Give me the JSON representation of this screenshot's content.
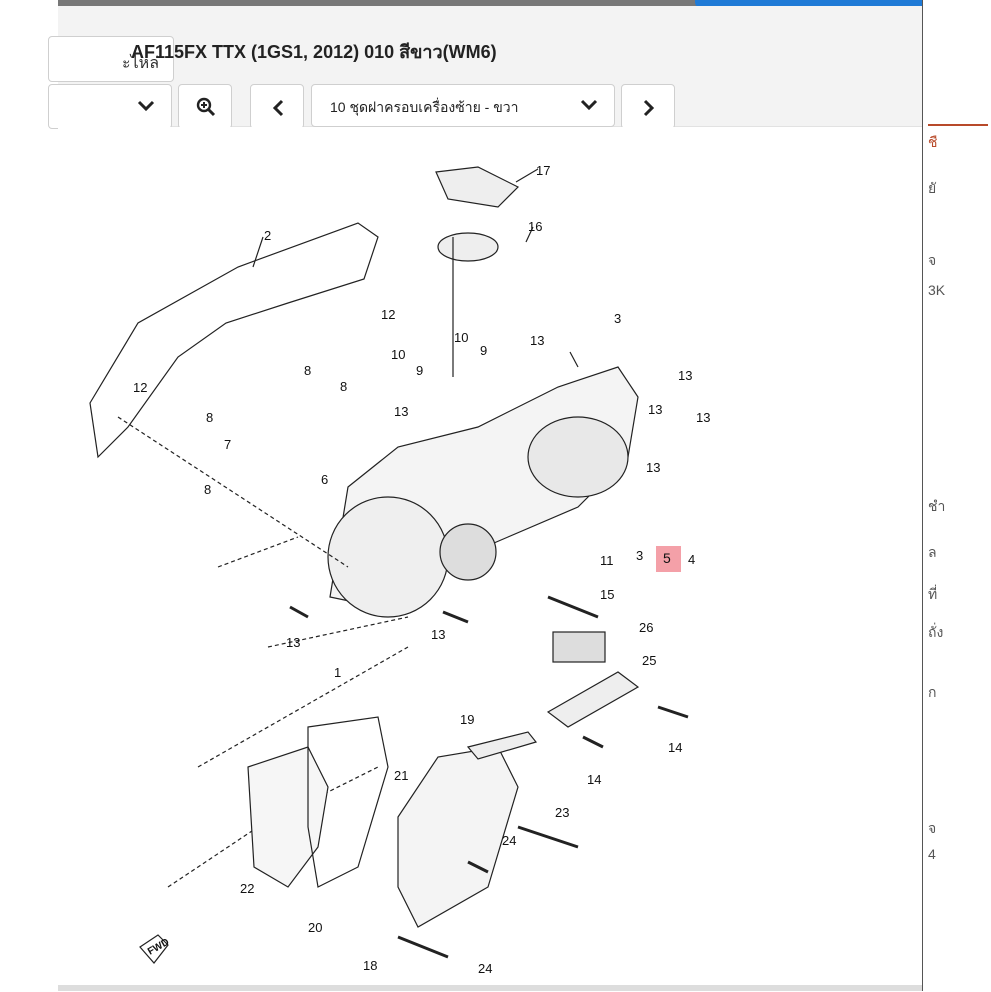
{
  "header": {
    "title": "AF115FX TTX (1GS1, 2012) 010 สีขาว(WM6)",
    "category_fragment": "ะไหล่",
    "page_select_label": "10 ชุดฝาครอบเครื่องซ้าย - ขวา"
  },
  "icons": {
    "dropdown": "chevron-down-icon",
    "zoom": "zoom-in-icon",
    "prev": "chevron-left-icon",
    "next": "chevron-right-icon"
  },
  "highlight": {
    "part_number": "5",
    "color": "#f4a0a8"
  },
  "callouts": [
    "17",
    "16",
    "2",
    "12",
    "3",
    "10",
    "9",
    "13",
    "12",
    "8",
    "8",
    "10",
    "9",
    "13",
    "8",
    "13",
    "13",
    "13",
    "7",
    "8",
    "6",
    "13",
    "3",
    "5",
    "4",
    "11",
    "15",
    "13",
    "13",
    "1",
    "26",
    "25",
    "14",
    "19",
    "14",
    "21",
    "23",
    "24",
    "22",
    "20",
    "18",
    "24",
    "FWD"
  ],
  "side_fragments": [
    "ชื",
    "ยั",
    "จ",
    "3K",
    "ชำ",
    "ล",
    "ที่",
    "ถั่ง",
    "ก",
    "จ",
    "4"
  ],
  "colors": {
    "accent": "#1f7ad6",
    "side_red": "#b84a2a"
  }
}
